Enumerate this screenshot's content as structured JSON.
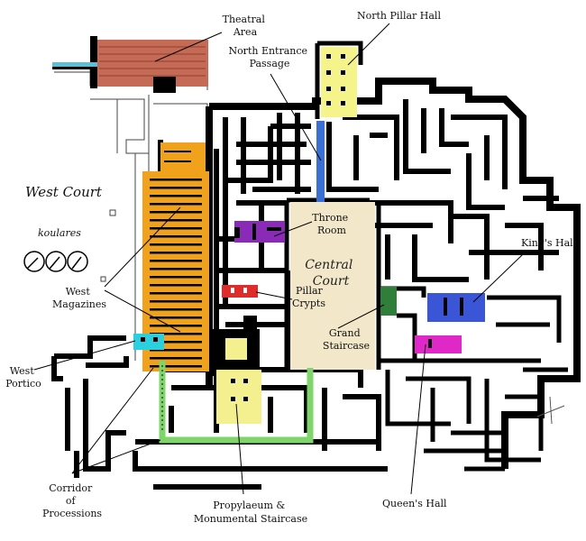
{
  "labels": {
    "theatral_area": [
      "Theatral",
      "Area"
    ],
    "north_pillar_hall": "North Pillar Hall",
    "north_entrance_passage": [
      "North Entrance",
      "Passage"
    ],
    "west_court": "West Court",
    "koulares": "koulares",
    "throne_room": [
      "Throne",
      "Room"
    ],
    "central_court": [
      "Central",
      "Court"
    ],
    "kings_hall": "King's Hall",
    "west_magazines": [
      "West",
      "Magazines"
    ],
    "pillar_crypts": [
      "Pillar",
      "Crypts"
    ],
    "grand_staircase": [
      "Grand",
      "Staircase"
    ],
    "west_portico": [
      "West",
      "Portico"
    ],
    "corridor_of_processions": [
      "Corridor",
      "of",
      "Processions"
    ],
    "propylaeum": [
      "Propylaeum &",
      "Monumental Staircase"
    ],
    "queens_hall": "Queen's Hall"
  },
  "colors": {
    "theatral_area": "#c46a55",
    "north_pillar_hall": "#f4f48a",
    "north_entrance_passage": "#3a6fd8",
    "west_magazines": "#f0a21c",
    "throne_room": "#8a2bb8",
    "central_court": "#f3e7c9",
    "pillar_crypts": "#e02b2b",
    "grand_staircase": "#2f7f3a",
    "kings_hall": "#3a55d6",
    "queens_hall": "#e027c8",
    "west_portico": "#2ad0e0",
    "corridor_of_processions": "#7ed66a",
    "propylaeum": "#f4f090",
    "walls": "#000000"
  }
}
